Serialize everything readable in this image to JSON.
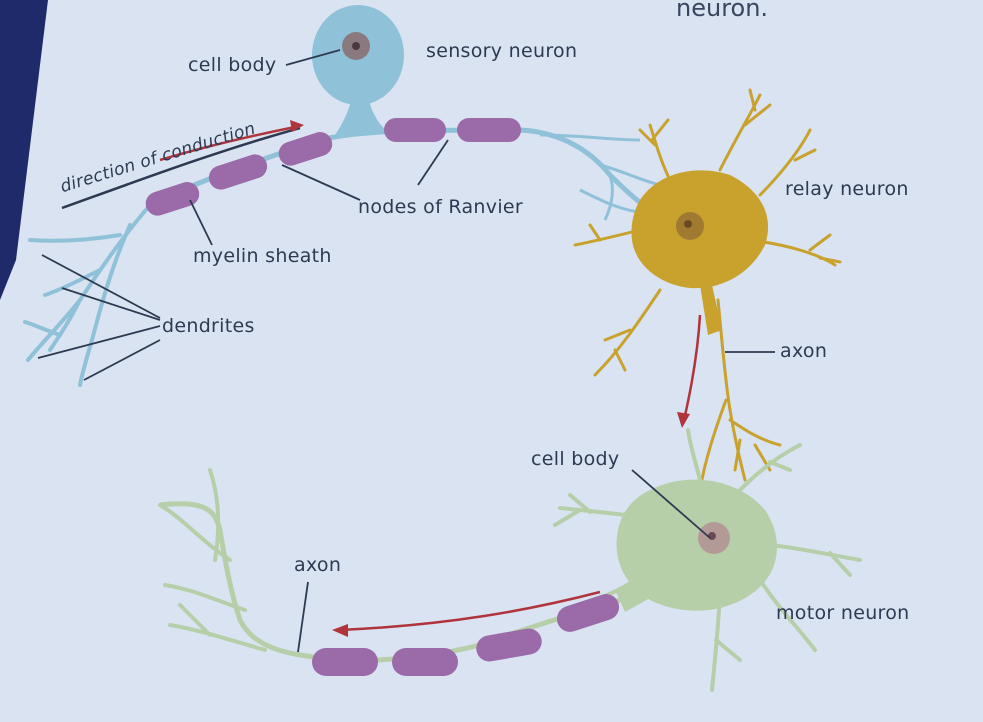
{
  "heading": "neuron.",
  "labels": {
    "cell_body_top": "cell body",
    "sensory_neuron": "sensory neuron",
    "direction_of_conduction": "direction of conduction",
    "nodes_of_ranvier": "nodes of Ranvier",
    "myelin_sheath": "myelin sheath",
    "dendrites": "dendrites",
    "relay_neuron": "relay neuron",
    "axon_relay": "axon",
    "cell_body_motor": "cell body",
    "axon_motor": "axon",
    "motor_neuron": "motor neuron"
  },
  "colors": {
    "background": "#d9e3f1",
    "sensory_neuron": "#8fc1d8",
    "myelin": "#9b6aa8",
    "relay_neuron": "#c9a22e",
    "motor_neuron": "#b7cfa9",
    "nucleus": "#8a7a80",
    "arrow": "#b0343c",
    "line": "#2e3a52"
  }
}
